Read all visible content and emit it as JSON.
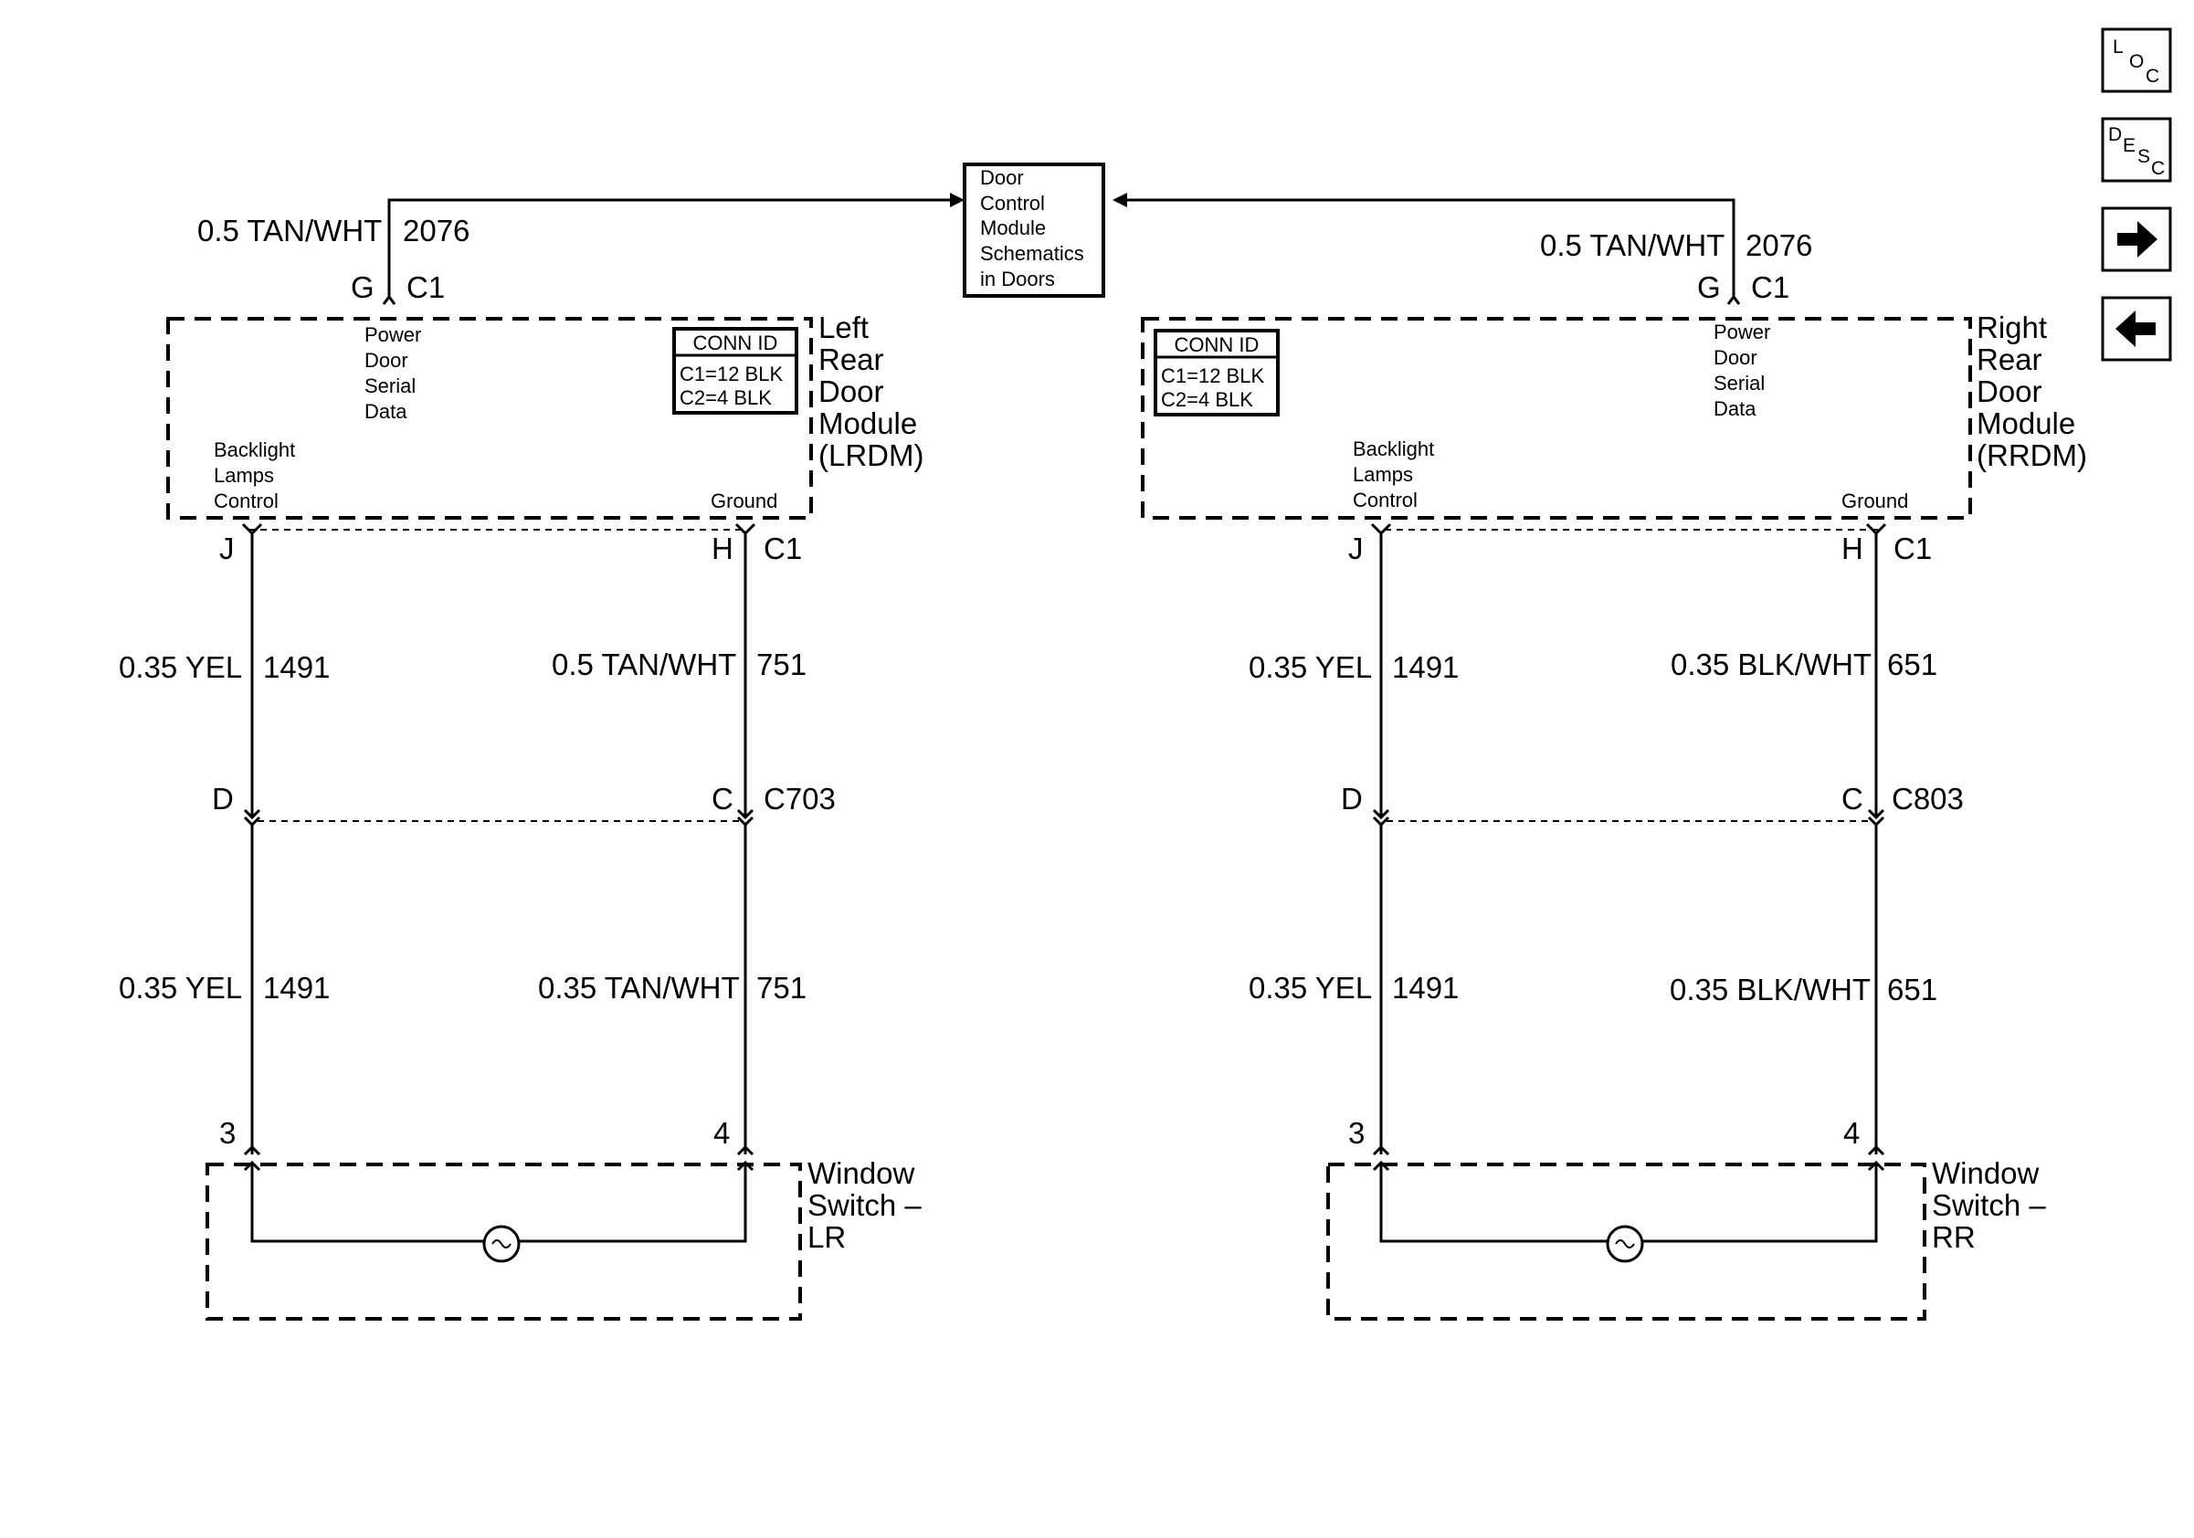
{
  "dcm_box": {
    "line1": "Door",
    "line2": "Control",
    "line3": "Module",
    "line4": "Schematics",
    "line5": "in Doors"
  },
  "nav": {
    "loc": {
      "a": "L",
      "b": "O",
      "c": "C"
    },
    "desc": {
      "a": "D",
      "b": "E",
      "c": "S",
      "d": "C"
    },
    "next_icon": "arrow-right-icon",
    "prev_icon": "arrow-left-icon"
  },
  "left": {
    "top_wire_gauge": "0.5 TAN/WHT",
    "top_wire_circuit": "2076",
    "top_pin": "G",
    "top_connector": "C1",
    "module": {
      "line1": "Left",
      "line2": "Rear",
      "line3": "Door",
      "line4": "Module",
      "line5": "(LRDM)"
    },
    "conn_id": {
      "title": "CONN ID",
      "c1": "C1=12 BLK",
      "c2": "C2=4 BLK"
    },
    "psd": {
      "line1": "Power",
      "line2": "Door",
      "line3": "Serial",
      "line4": "Data"
    },
    "backlight": {
      "line1": "Backlight",
      "line2": "Lamps",
      "line3": "Control"
    },
    "ground": "Ground",
    "pin_j": "J",
    "pin_h": "H",
    "conn_c1": "C1",
    "w1_gauge": "0.35 YEL",
    "w1_circuit": "1491",
    "w2_gauge": "0.5 TAN/WHT",
    "w2_circuit": "751",
    "pin_d": "D",
    "pin_c": "C",
    "conn_mid": "C703",
    "w3_gauge": "0.35 YEL",
    "w3_circuit": "1491",
    "w4_gauge": "0.35 TAN/WHT",
    "w4_circuit": "751",
    "pin_3": "3",
    "pin_4": "4",
    "switch": {
      "line1": "Window",
      "line2": "Switch –",
      "line3": "LR"
    }
  },
  "right": {
    "top_wire_gauge": "0.5 TAN/WHT",
    "top_wire_circuit": "2076",
    "top_pin": "G",
    "top_connector": "C1",
    "module": {
      "line1": "Right",
      "line2": "Rear",
      "line3": "Door",
      "line4": "Module",
      "line5": "(RRDM)"
    },
    "conn_id": {
      "title": "CONN ID",
      "c1": "C1=12 BLK",
      "c2": "C2=4 BLK"
    },
    "psd": {
      "line1": "Power",
      "line2": "Door",
      "line3": "Serial",
      "line4": "Data"
    },
    "backlight": {
      "line1": "Backlight",
      "line2": "Lamps",
      "line3": "Control"
    },
    "ground": "Ground",
    "pin_j": "J",
    "pin_h": "H",
    "conn_c1": "C1",
    "w1_gauge": "0.35 YEL",
    "w1_circuit": "1491",
    "w2_gauge": "0.35 BLK/WHT",
    "w2_circuit": "651",
    "pin_d": "D",
    "pin_c": "C",
    "conn_mid": "C803",
    "w3_gauge": "0.35 YEL",
    "w3_circuit": "1491",
    "w4_gauge": "0.35 BLK/WHT",
    "w4_circuit": "651",
    "pin_3": "3",
    "pin_4": "4",
    "switch": {
      "line1": "Window",
      "line2": "Switch –",
      "line3": "RR"
    }
  }
}
